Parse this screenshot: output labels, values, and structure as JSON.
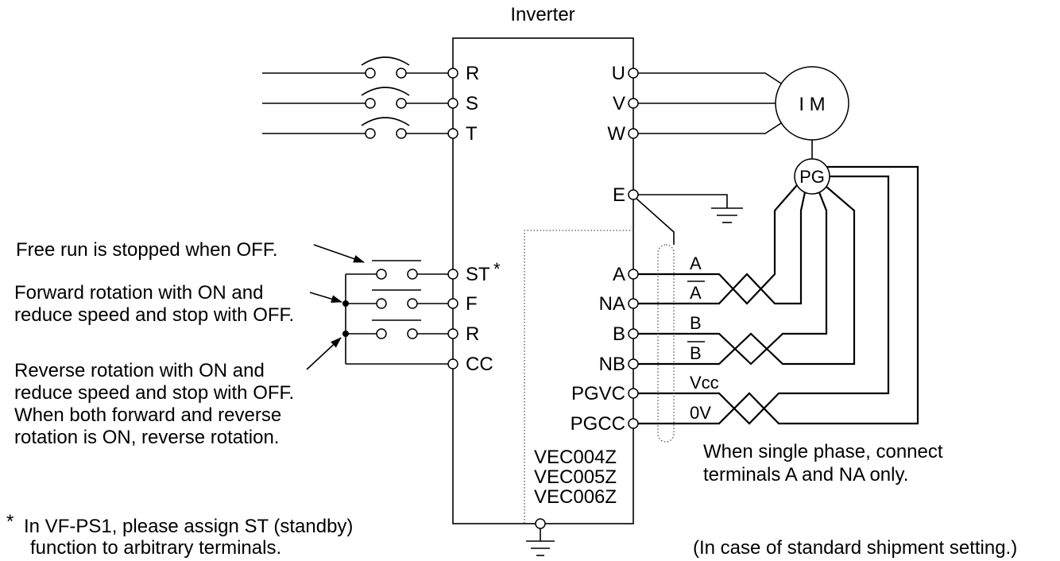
{
  "title": "Inverter",
  "power_terminals": {
    "r": "R",
    "s": "S",
    "t": "T"
  },
  "output_terminals": {
    "u": "U",
    "v": "V",
    "w": "W",
    "e": "E"
  },
  "encoder_terminals": {
    "a": "A",
    "na": "NA",
    "b": "B",
    "nb": "NB",
    "pgvc": "PGVC",
    "pgcc": "PGCC"
  },
  "control_terminals": {
    "st": "ST",
    "st_mark": "*",
    "f": "F",
    "r": "R",
    "cc": "CC"
  },
  "motor": {
    "label": "I M"
  },
  "encoder": {
    "label": "PG"
  },
  "cable_labels": {
    "a": "A",
    "a_bar": "A",
    "b": "B",
    "b_bar": "B",
    "vcc": "Vcc",
    "zero_v": "0V"
  },
  "options": [
    "VEC004Z",
    "VEC005Z",
    "VEC006Z"
  ],
  "notes": {
    "free_run": "Free run is stopped when OFF.",
    "forward": [
      "Forward rotation with ON and",
      "reduce speed and stop with OFF."
    ],
    "reverse": [
      "Reverse rotation with ON and",
      "reduce speed and stop with OFF.",
      "When both forward and reverse",
      "rotation is ON, reverse rotation."
    ],
    "single_phase": [
      "When single phase, connect",
      "terminals A and NA only."
    ],
    "footnote_mark": "*",
    "footnote": [
      "In VF-PS1, please assign ST (standby)",
      "function to arbitrary terminals."
    ],
    "setting": "(In case of standard shipment setting.)"
  }
}
